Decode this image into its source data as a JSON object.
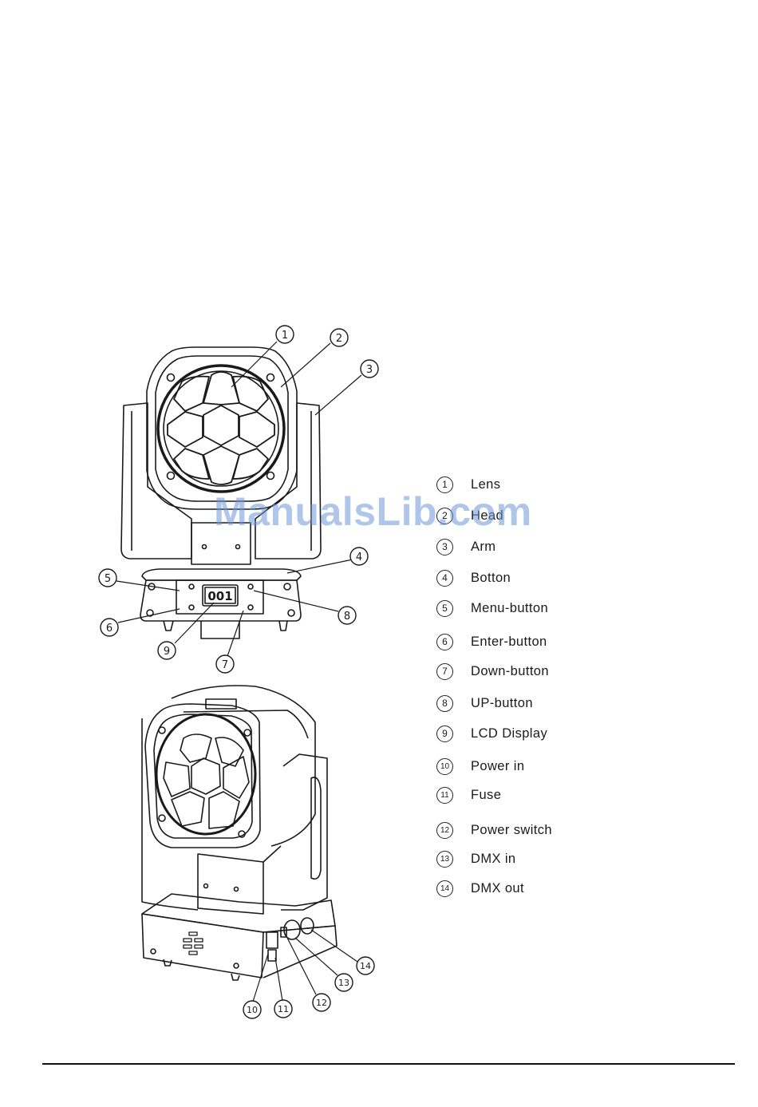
{
  "watermark": "ManualsLib.com",
  "display_readout": "001",
  "callouts": [
    "1",
    "2",
    "3",
    "4",
    "5",
    "6",
    "7",
    "8",
    "9",
    "10",
    "11",
    "12",
    "13",
    "14"
  ],
  "legend": [
    {
      "num": "1",
      "label": "Lens"
    },
    {
      "num": "2",
      "label": "Head"
    },
    {
      "num": "3",
      "label": "Arm"
    },
    {
      "num": "4",
      "label": "Botton"
    },
    {
      "num": "5",
      "label": "Menu-button"
    },
    {
      "num": "6",
      "label": "Enter-button"
    },
    {
      "num": "7",
      "label": "Down-button"
    },
    {
      "num": "8",
      "label": "UP-button"
    },
    {
      "num": "9",
      "label": "LCD Display"
    },
    {
      "num": "10",
      "label": "Power in"
    },
    {
      "num": "11",
      "label": "Fuse"
    },
    {
      "num": "12",
      "label": "Power switch"
    },
    {
      "num": "13",
      "label": "DMX in"
    },
    {
      "num": "14",
      "label": "DMX out"
    }
  ]
}
